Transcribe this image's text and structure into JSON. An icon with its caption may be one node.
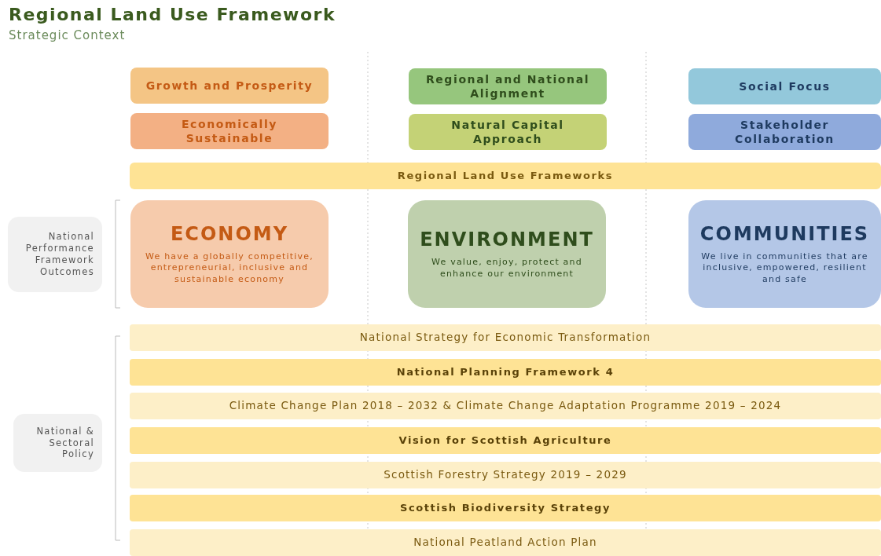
{
  "diagram": {
    "title": "Regional Land Use Framework",
    "caption": "Strategic Context",
    "nodes": [
      {
        "text": [
          "Growth and Prosperity"
        ]
      },
      {
        "text": [
          "Regional and National Alignment"
        ]
      },
      {
        "text": [
          "Social Focus"
        ]
      },
      {
        "text": [
          "Economically Sustainable"
        ]
      },
      {
        "text": [
          "Natural Capital Approach"
        ]
      },
      {
        "text": [
          "Stakeholder Collaboration"
        ]
      },
      {
        "text": [
          "Regional Land Use Frameworks"
        ]
      },
      {
        "text": [
          "National Performance Framework Outcomes"
        ]
      },
      {
        "text": [
          "ECONOMY",
          "We have a globally competitive, entrepreneurial, inclusive and sustainable economy"
        ]
      },
      {
        "text": [
          "ENVIRONMENT",
          "We value, enjoy, protect and enhance our environment"
        ]
      },
      {
        "text": [
          "COMMUNITIES",
          "We live in communities that are inclusive, empowered, resilient and safe"
        ]
      },
      {
        "text": [
          "National & Sectoral Policy"
        ]
      },
      {
        "text": [
          "National Strategy for Economic Transformation"
        ]
      },
      {
        "text": [
          "National Planning Framework 4"
        ]
      },
      {
        "text": [
          "Climate Change Plan 2018 – 2032  & Climate Change Adaptation Programme 2019 – 2024"
        ]
      },
      {
        "text": [
          "Vision for Scottish Agriculture"
        ]
      },
      {
        "text": [
          "Scottish Forestry Strategy 2019 – 2029"
        ]
      },
      {
        "text": [
          "Scottish Biodiversity Strategy"
        ]
      },
      {
        "text": [
          "National Peatland Action Plan"
        ]
      }
    ]
  }
}
